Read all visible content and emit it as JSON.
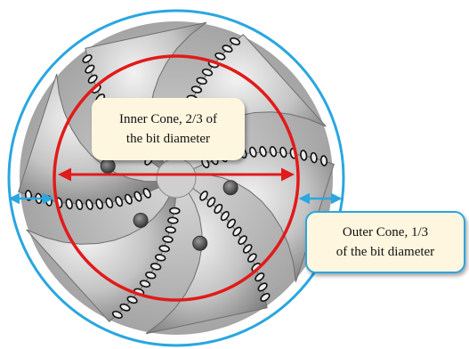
{
  "colors": {
    "outer_circle": "#2aa6e0",
    "inner_circle": "#e21a1a",
    "callout_fill": "#fff6df",
    "bit_body": "#bdbdbd",
    "cutter_edge": "#111111"
  },
  "icons": [
    "drill-bit-image",
    "double-headed-arrow"
  ],
  "inner_callout": {
    "line1": "Inner Cone, 2/3 of",
    "line2": "the bit diameter"
  },
  "outer_callout": {
    "line1": "Outer Cone, 1/3",
    "line2": "of the bit diameter"
  }
}
